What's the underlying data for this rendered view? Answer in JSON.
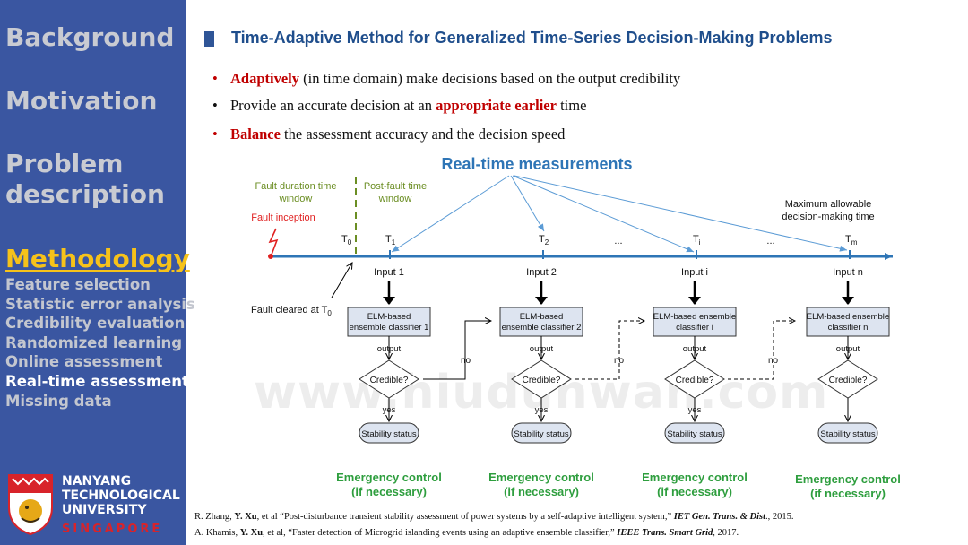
{
  "sidebar": {
    "sections": [
      "Background",
      "Motivation",
      "Problem description",
      "Methodology"
    ],
    "problem_line1": "Problem",
    "problem_line2": "description",
    "active_section": "Methodology",
    "subitems": [
      "Feature selection",
      "Statistic error analysis",
      "Credibility evaluation",
      "Randomized learning",
      "Online assessment",
      "Real-time assessment",
      "Missing data"
    ],
    "active_subitem": "Real-time assessment",
    "university": {
      "line1": "NANYANG",
      "line2": "TECHNOLOGICAL",
      "line3": "UNIVERSITY",
      "line4": "SINGAPORE"
    },
    "colors": {
      "background": "#3a56a1",
      "active": "#f6c21a"
    }
  },
  "slide": {
    "title": "Time-Adaptive Method for Generalized Time-Series Decision-Making Problems",
    "bullets": [
      {
        "emph": "Adaptively",
        "text": " (in time domain) make decisions based on the output credibility"
      },
      {
        "pre": "Provide an accurate decision at an ",
        "emph": "appropriate  earlier",
        "post": " time"
      },
      {
        "emph": "Balance",
        "text": " the assessment  accuracy and the decision speed"
      }
    ]
  },
  "diagram": {
    "header": "Real-time measurements",
    "fault_window": "Fault duration time window",
    "fault_window_l1": "Fault duration time",
    "fault_window_l2": "window",
    "post_fault_window_l1": "Post-fault time",
    "post_fault_window_l2": "window",
    "fault_inception": "Fault inception",
    "fault_cleared": "Fault cleared at T",
    "fault_cleared_sub": "0",
    "max_time_l1": "Maximum allowable",
    "max_time_l2": "decision-making time",
    "ellipsis": "...",
    "time_marks": [
      {
        "base": "T",
        "sub": "0"
      },
      {
        "base": "T",
        "sub": "1"
      },
      {
        "base": "T",
        "sub": "2"
      },
      {
        "base": "T",
        "sub": "i"
      },
      {
        "base": "T",
        "sub": "m"
      }
    ],
    "columns": [
      {
        "input": "Input 1",
        "classifier_l1": "ELM-based",
        "classifier_l2": "ensemble classifier 1"
      },
      {
        "input": "Input 2",
        "classifier_l1": "ELM-based",
        "classifier_l2": "ensemble classifier 2"
      },
      {
        "input": "Input i",
        "classifier_l1": "ELM-based ensemble",
        "classifier_l2": "classifier i"
      },
      {
        "input": "Input n",
        "classifier_l1": "ELM-based ensemble",
        "classifier_l2": "classifier n"
      }
    ],
    "output_label": "output",
    "credible_label": "Credible?",
    "yes_label": "yes",
    "no_label": "no",
    "stability_label": "Stability status",
    "emergency_l1": "Emergency control",
    "emergency_l2": "(if necessary)",
    "colors": {
      "timeline": "#2e75b6",
      "header": "#2e75b6",
      "green": "#2e9e3e",
      "fault_red": "#e02020",
      "window_green": "#6b8e23"
    }
  },
  "references": [
    {
      "pre": "R. Zhang, ",
      "bold": "Y. Xu",
      "mid": ", et al “Post-disturbance transient stability assessment of power systems by a self-adaptive intelligent system,” ",
      "journal": "IET Gen. Trans. & Dist",
      "post": "., 2015."
    },
    {
      "pre": "A. Khamis, ",
      "bold": "Y. Xu",
      "mid": ", et al, “Faster detection of Microgrid islanding events using an adaptive ensemble classifier,” ",
      "journal": "IEEE Trans. Smart Grid",
      "post": ", 2017."
    }
  ],
  "watermark": "www.hiudunwan.com"
}
